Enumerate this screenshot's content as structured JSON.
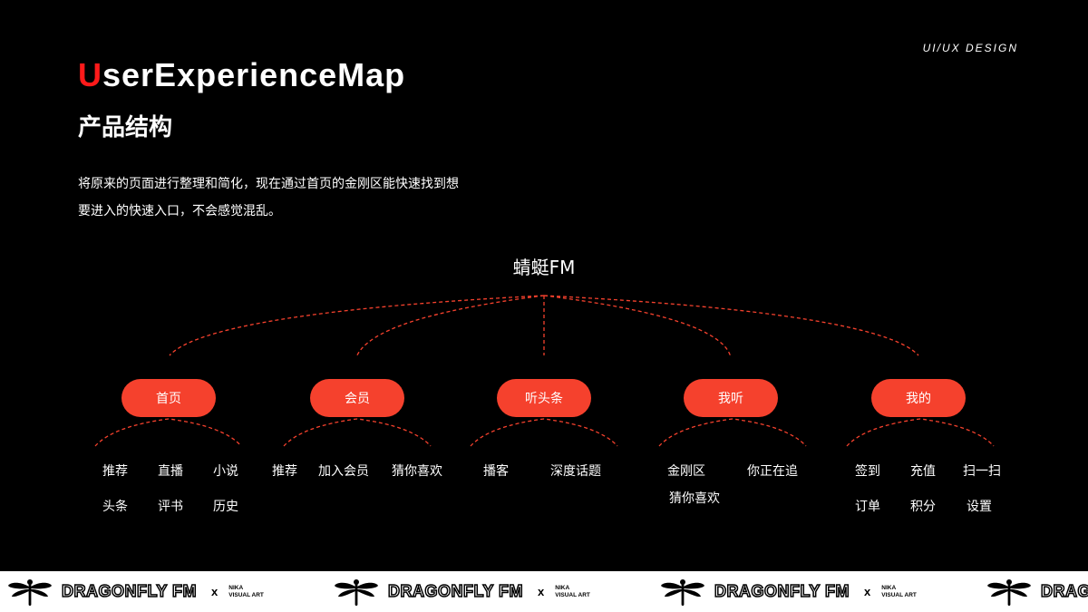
{
  "header": {
    "tag": "UI/UX DESIGN",
    "title_first_letter": "U",
    "title_rest": "serExperienceMap",
    "subtitle": "产品结构",
    "description_line1": "将原来的页面进行整理和简化，现在通过首页的金刚区能快速找到想",
    "description_line2": "要进入的快速入口，不会感觉混乱。"
  },
  "tree": {
    "root": "蜻蜓FM",
    "branches": [
      {
        "label": "首页",
        "children": [
          "推荐",
          "直播",
          "小说",
          "头条",
          "评书",
          "历史"
        ]
      },
      {
        "label": "会员",
        "children": [
          "推荐",
          "加入会员",
          "猜你喜欢"
        ]
      },
      {
        "label": "听头条",
        "children": [
          "播客",
          "深度话题"
        ]
      },
      {
        "label": "我听",
        "children": [
          "金刚区",
          "你正在追",
          "猜你喜欢"
        ]
      },
      {
        "label": "我的",
        "children": [
          "签到",
          "充值",
          "扫一扫",
          "订单",
          "积分",
          "设置"
        ]
      }
    ]
  },
  "footer": {
    "brand": "DRAGONFLY FM",
    "times": "x",
    "partner_line1": "NIKA",
    "partner_line2": "VISUAL ART"
  },
  "colors": {
    "background": "#000000",
    "accent": "#f5412d",
    "title_accent": "#ff1a1a",
    "footer_bg": "#ffffff"
  }
}
